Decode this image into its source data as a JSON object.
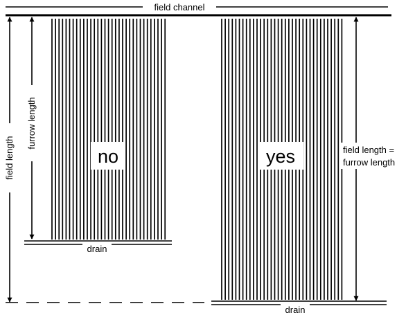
{
  "labels": {
    "field_channel": "field channel",
    "field_length": "field length",
    "furrow_length": "furrow length",
    "no": "no",
    "yes": "yes",
    "field_length_eq_line1": "field length =",
    "field_length_eq_line2": "furrow length",
    "drain_left": "drain",
    "drain_right": "drain"
  },
  "colors": {
    "ink": "#000000",
    "background": "#ffffff"
  }
}
